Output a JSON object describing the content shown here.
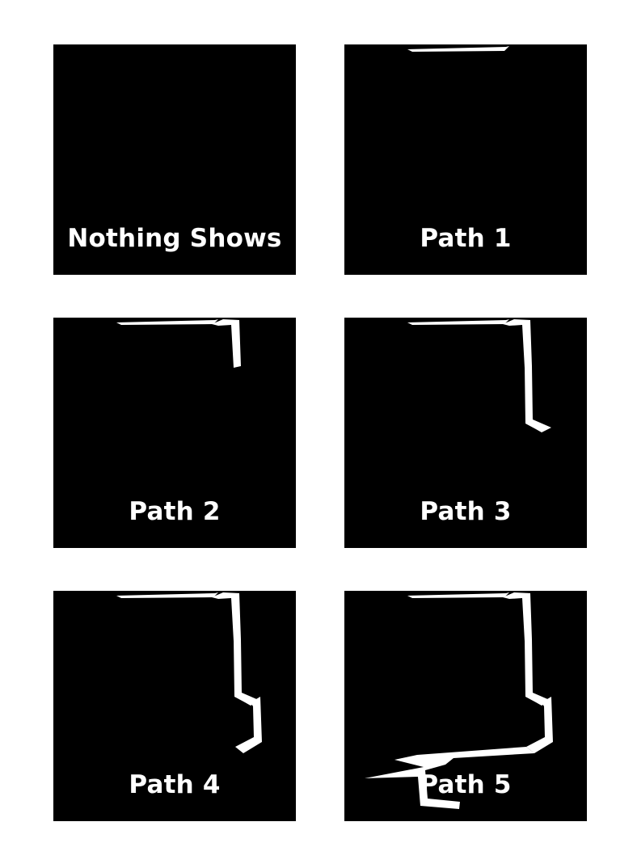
{
  "colors": {
    "background": "#ffffff",
    "panel": "#000000",
    "stroke": "#ffffff",
    "text": "#ffffff"
  },
  "panels": [
    {
      "caption": "Nothing Shows",
      "segments": 0
    },
    {
      "caption": "Path 1",
      "segments": 1
    },
    {
      "caption": "Path 2",
      "segments": 2
    },
    {
      "caption": "Path 3",
      "segments": 3
    },
    {
      "caption": "Path 4",
      "segments": 4
    },
    {
      "caption": "Path 5",
      "segments": 5
    }
  ]
}
